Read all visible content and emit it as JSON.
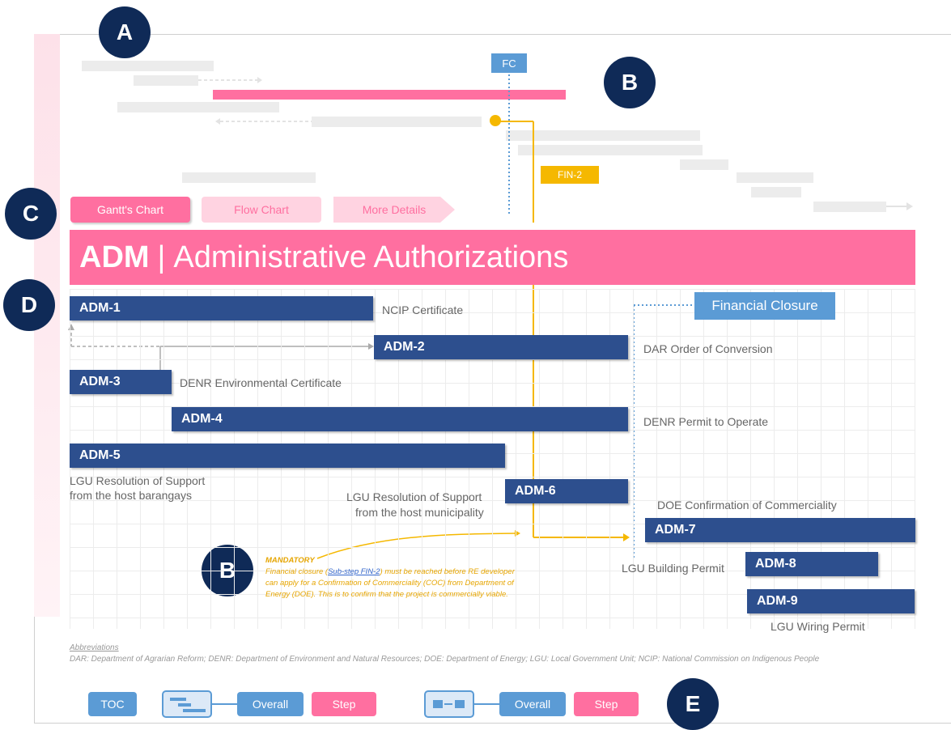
{
  "markers": {
    "a": "A",
    "b": "B",
    "c": "C",
    "d": "D",
    "e": "E"
  },
  "gantt": {
    "fc_flag": "FC",
    "fin_flag": "FIN-2"
  },
  "tabs": [
    "Gantt's Chart",
    "Flow Chart",
    "More Details"
  ],
  "title": {
    "code": "ADM",
    "separator": "|",
    "text": "Administrative Authorizations"
  },
  "financial_closure": "Financial Closure",
  "rows": [
    {
      "code": "ADM-1",
      "label": "NCIP Certificate"
    },
    {
      "code": "ADM-2",
      "label": "DAR Order of Conversion"
    },
    {
      "code": "ADM-3",
      "label": "DENR Environmental Certificate"
    },
    {
      "code": "ADM-4",
      "label": "DENR Permit to Operate"
    },
    {
      "code": "ADM-5",
      "label_line1": "LGU Resolution of Support",
      "label_line2": "from the host barangays"
    },
    {
      "code": "ADM-6",
      "label_line1": "LGU Resolution of Support",
      "label_line2": "from the host municipality"
    },
    {
      "code": "ADM-7",
      "label": "DOE Confirmation of Commerciality"
    },
    {
      "code": "ADM-8",
      "label": "LGU Building Permit"
    },
    {
      "code": "ADM-9",
      "label": "LGU Wiring Permit"
    }
  ],
  "note": {
    "heading": "MANDATORY",
    "pre": "Financial closure (",
    "link": "Sub-step FIN-2",
    "post": ") must be reached before RE developer can apply for a Confirmation of Commerciality (COC) from Department of Energy (DOE). This is to confirm that the project is commercially viable."
  },
  "abbreviations": {
    "heading": "Abbreviations",
    "text": "DAR: Department of Agrarian Reform; DENR: Department of Environment and Natural Resources; DOE: Department of Energy; LGU: Local Government Unit; NCIP: National Commission on Indigenous People"
  },
  "nav": {
    "toc": "TOC",
    "overall": "Overall",
    "step": "Step"
  },
  "colors": {
    "navy": "#2d4f8e",
    "pink": "#ff6fa0",
    "light_blue": "#5b9bd5",
    "marker": "#0f2a57",
    "gold": "#f5b800"
  }
}
